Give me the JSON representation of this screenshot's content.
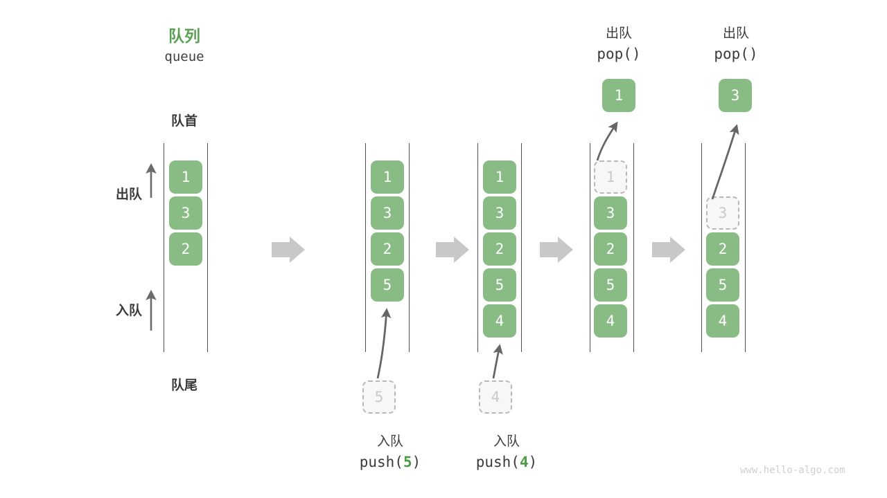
{
  "diagram": {
    "title_cn": "队列",
    "title_en": "queue",
    "front_label": "队首",
    "rear_label": "队尾",
    "dequeue_label": "出队",
    "enqueue_label": "入队",
    "watermark": "www.hello-algo.com",
    "colors": {
      "accent_green": "#89bc84",
      "title_green": "#59a254",
      "arg_green": "#4d9a47",
      "text_dark": "#3a3a3a",
      "rail": "#4d4d4d",
      "ghost_fill": "#f7f7f7",
      "ghost_border": "#b8b8b8",
      "step_arrow": "#c8c8c8",
      "motion_arrow": "#666666",
      "watermark": "#cfcfcf"
    }
  },
  "steps": [
    {
      "id": "initial",
      "cells": [
        "1",
        "3",
        "2"
      ],
      "ghost_top": null,
      "ghost_bottom": null,
      "op_cn": null,
      "op_code_prefix": null,
      "op_code_arg": null,
      "op_code_suffix": null,
      "popped": null
    },
    {
      "id": "push-5",
      "cells": [
        "1",
        "3",
        "2",
        "5"
      ],
      "ghost_top": null,
      "ghost_bottom": "5",
      "op_cn": "入队",
      "op_code_prefix": "push(",
      "op_code_arg": "5",
      "op_code_suffix": ")",
      "popped": null
    },
    {
      "id": "push-4",
      "cells": [
        "1",
        "3",
        "2",
        "5",
        "4"
      ],
      "ghost_top": null,
      "ghost_bottom": "4",
      "op_cn": "入队",
      "op_code_prefix": "push(",
      "op_code_arg": "4",
      "op_code_suffix": ")",
      "popped": null
    },
    {
      "id": "pop-1",
      "cells": [
        "3",
        "2",
        "5",
        "4"
      ],
      "ghost_top": "1",
      "ghost_bottom": null,
      "op_cn": "出队",
      "op_code_prefix": "pop(",
      "op_code_arg": "",
      "op_code_suffix": ")",
      "popped": "1"
    },
    {
      "id": "pop-3",
      "cells": [
        "2",
        "5",
        "4"
      ],
      "ghost_top": "3",
      "ghost_bottom": null,
      "op_cn": "出队",
      "op_code_prefix": "pop(",
      "op_code_arg": "",
      "op_code_suffix": ")",
      "popped": "3"
    }
  ],
  "step_arrows": [
    {
      "id": "step-arrow-1"
    },
    {
      "id": "step-arrow-2"
    },
    {
      "id": "step-arrow-3"
    },
    {
      "id": "step-arrow-4"
    }
  ]
}
